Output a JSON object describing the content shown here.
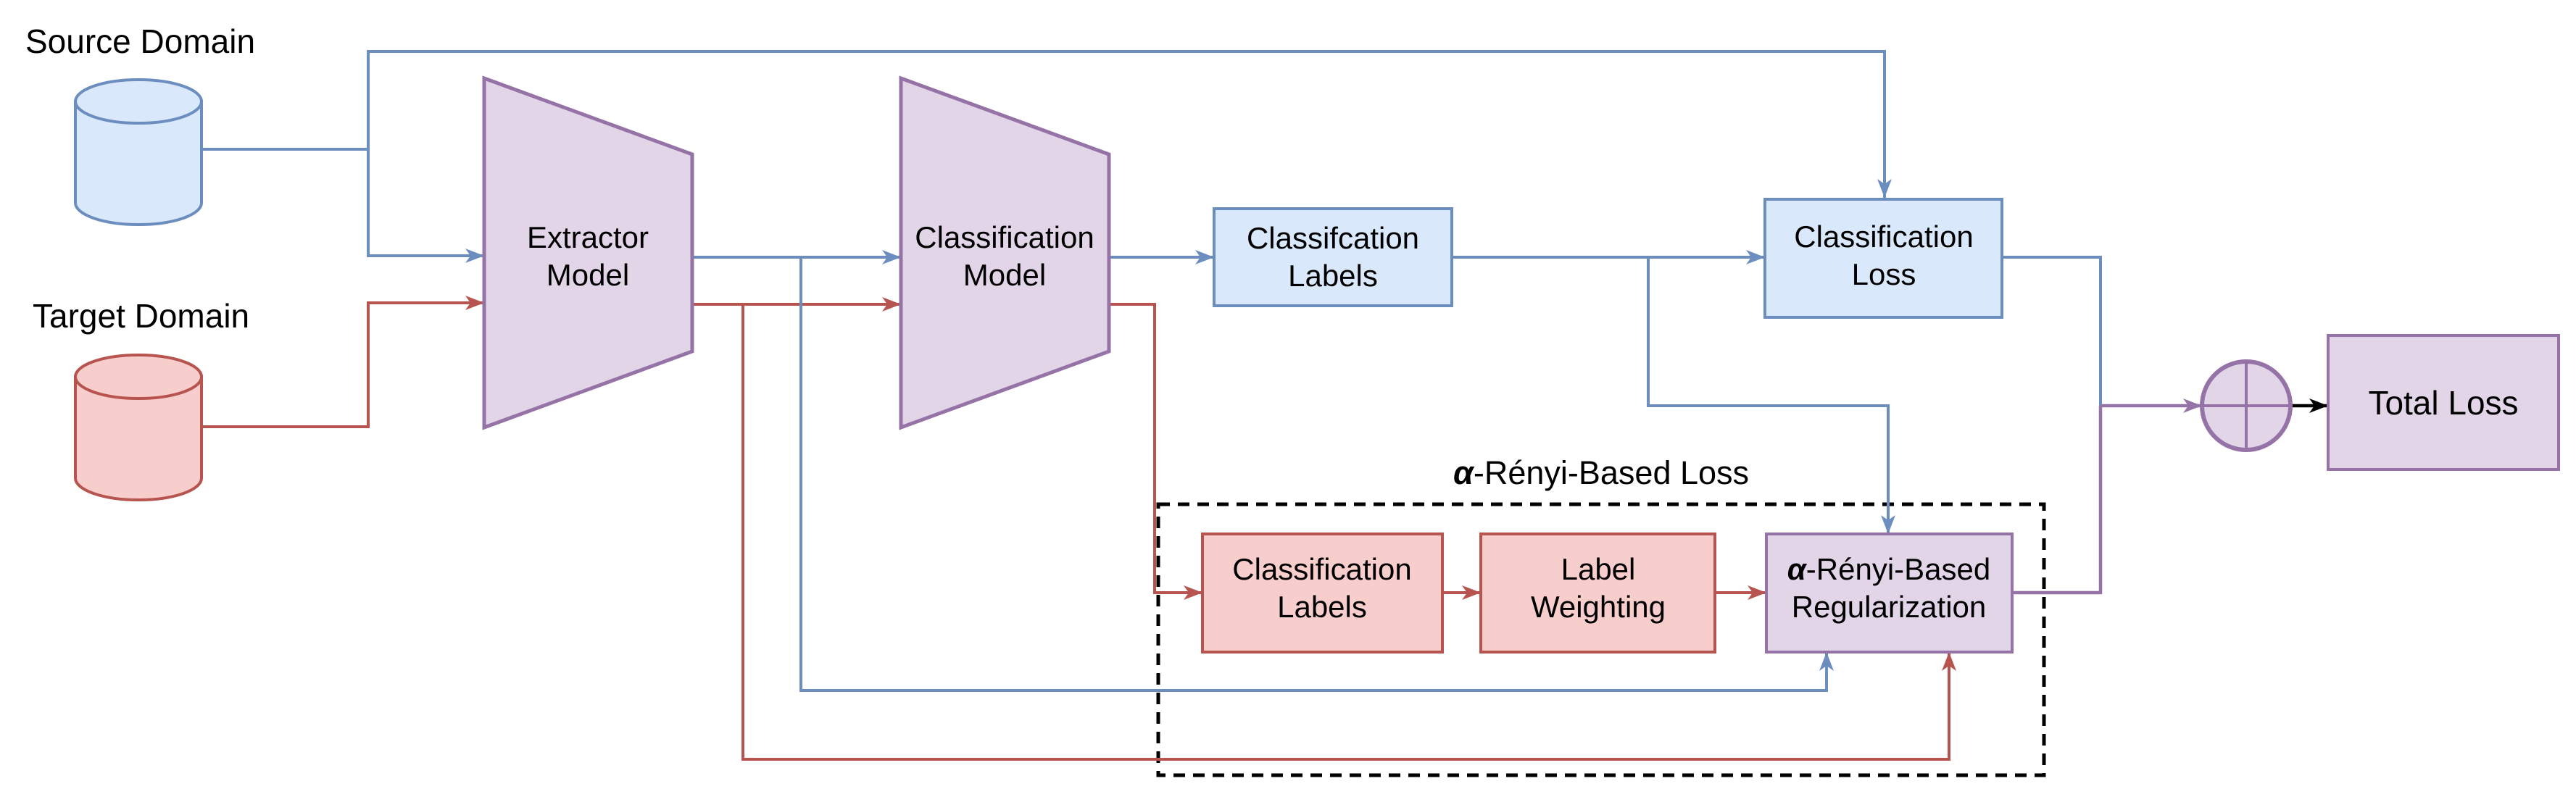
{
  "labels": {
    "source_domain": "Source Domain",
    "target_domain": "Target Domain"
  },
  "nodes": {
    "extractor": {
      "line1": "Extractor",
      "line2": "Model"
    },
    "classifier": {
      "line1": "Classification",
      "line2": "Model"
    },
    "classification_labels_blue": {
      "line1": "Classifcation",
      "line2": "Labels"
    },
    "classification_loss": {
      "line1": "Classification",
      "line2": "Loss"
    },
    "classification_labels_red": {
      "line1": "Classification",
      "line2": "Labels"
    },
    "label_weighting": {
      "line1": "Label",
      "line2": "Weighting"
    },
    "regularization": {
      "alpha": "α",
      "line1_rest": "-Rényi-Based",
      "line2": "Regularization"
    },
    "total_loss": "Total Loss",
    "sum_node": "plus-in-circle"
  },
  "group": {
    "alpha": "α",
    "title_rest": "-Rényi-Based Loss"
  },
  "colors": {
    "blue_stroke": "#6C8EBF",
    "blue_fill": "#DAE8FC",
    "red_stroke": "#B85450",
    "red_fill": "#F8CECC",
    "purple_stroke": "#9673A6",
    "purple_fill": "#E1D5E7",
    "black": "#000000",
    "background": "#FFFFFF"
  }
}
